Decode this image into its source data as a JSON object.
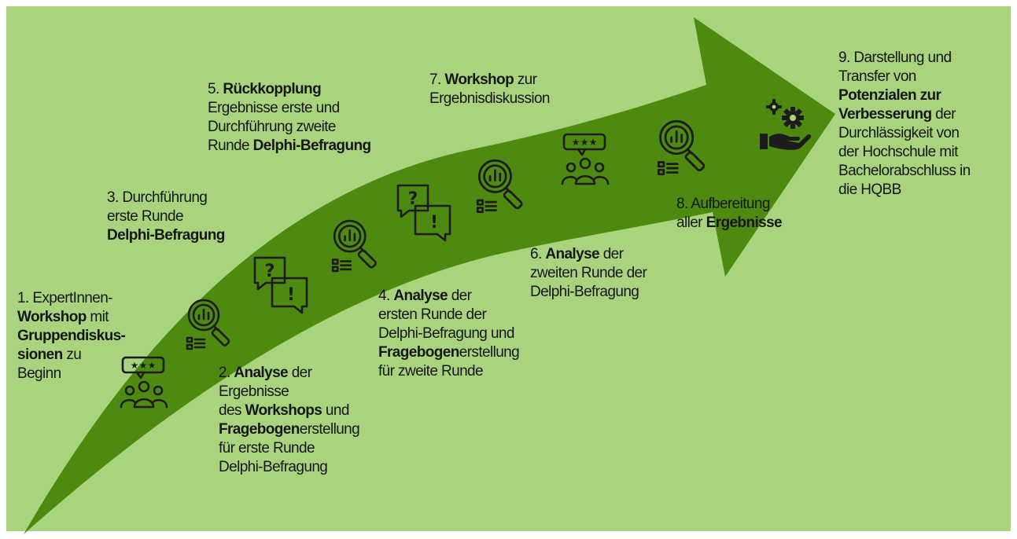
{
  "colors": {
    "background": "#a9d47d",
    "arrow": "#4f8a10",
    "icon_stroke": "#1c1c1c",
    "text": "#161616"
  },
  "steps": [
    {
      "id": "1",
      "lines": [
        [
          {
            "t": "1. ExpertInnen-",
            "b": false
          }
        ],
        [
          {
            "t": "Workshop",
            "b": true
          },
          {
            "t": " mit",
            "b": false
          }
        ],
        [
          {
            "t": "Gruppendiskus-",
            "b": true
          }
        ],
        [
          {
            "t": "sionen",
            "b": true
          },
          {
            "t": " zu",
            "b": false
          }
        ],
        [
          {
            "t": "Beginn",
            "b": false
          }
        ]
      ]
    },
    {
      "id": "2",
      "lines": [
        [
          {
            "t": "2. ",
            "b": false
          },
          {
            "t": "Analyse",
            "b": true
          },
          {
            "t": " der",
            "b": false
          }
        ],
        [
          {
            "t": "Ergebnisse",
            "b": false
          }
        ],
        [
          {
            "t": "des ",
            "b": false
          },
          {
            "t": "Workshops",
            "b": true
          },
          {
            "t": " und",
            "b": false
          }
        ],
        [
          {
            "t": "Fragebogen",
            "b": true
          },
          {
            "t": "erstellung",
            "b": false
          }
        ],
        [
          {
            "t": "für erste Runde",
            "b": false
          }
        ],
        [
          {
            "t": "Delphi-Befragung",
            "b": false
          }
        ]
      ]
    },
    {
      "id": "3",
      "lines": [
        [
          {
            "t": "3. Durchführung",
            "b": false
          }
        ],
        [
          {
            "t": "erste Runde",
            "b": false
          }
        ],
        [
          {
            "t": "Delphi-Befragung",
            "b": true
          }
        ]
      ]
    },
    {
      "id": "4",
      "lines": [
        [
          {
            "t": "4. ",
            "b": false
          },
          {
            "t": "Analyse",
            "b": true
          },
          {
            "t": " der",
            "b": false
          }
        ],
        [
          {
            "t": "ersten Runde der",
            "b": false
          }
        ],
        [
          {
            "t": "Delphi-Befragung und",
            "b": false
          }
        ],
        [
          {
            "t": "Fragebogen",
            "b": true
          },
          {
            "t": "erstellung",
            "b": false
          }
        ],
        [
          {
            "t": "für zweite Runde",
            "b": false
          }
        ]
      ]
    },
    {
      "id": "5",
      "lines": [
        [
          {
            "t": "5. ",
            "b": false
          },
          {
            "t": "Rückkopplung",
            "b": true
          }
        ],
        [
          {
            "t": "Ergebnisse erste und",
            "b": false
          }
        ],
        [
          {
            "t": "Durchführung zweite",
            "b": false
          }
        ],
        [
          {
            "t": "Runde ",
            "b": false
          },
          {
            "t": "Delphi-Befragung",
            "b": true
          }
        ]
      ]
    },
    {
      "id": "6",
      "lines": [
        [
          {
            "t": "6. ",
            "b": false
          },
          {
            "t": "Analyse",
            "b": true
          },
          {
            "t": " der",
            "b": false
          }
        ],
        [
          {
            "t": "zweiten Runde der",
            "b": false
          }
        ],
        [
          {
            "t": "Delphi-Befragung",
            "b": false
          }
        ]
      ]
    },
    {
      "id": "7",
      "lines": [
        [
          {
            "t": "7. ",
            "b": false
          },
          {
            "t": "Workshop",
            "b": true
          },
          {
            "t": " zur",
            "b": false
          }
        ],
        [
          {
            "t": "Ergebnisdiskussion",
            "b": false
          }
        ]
      ]
    },
    {
      "id": "8",
      "lines": [
        [
          {
            "t": "8. Aufbereitung",
            "b": false
          }
        ],
        [
          {
            "t": "aller ",
            "b": false
          },
          {
            "t": "Ergebnisse",
            "b": true
          }
        ]
      ]
    },
    {
      "id": "9",
      "lines": [
        [
          {
            "t": "9. Darstellung und",
            "b": false
          }
        ],
        [
          {
            "t": "Transfer von",
            "b": false
          }
        ],
        [
          {
            "t": "Potenzialen zur",
            "b": true
          }
        ],
        [
          {
            "t": "Verbesserung",
            "b": true
          },
          {
            "t": " der",
            "b": false
          }
        ],
        [
          {
            "t": "Durchlässigkeit von",
            "b": false
          }
        ],
        [
          {
            "t": "der Hochschule mit",
            "b": false
          }
        ],
        [
          {
            "t": "Bachelorabschluss in",
            "b": false
          }
        ],
        [
          {
            "t": "die HQBB",
            "b": false
          }
        ]
      ]
    }
  ],
  "icons": [
    {
      "type": "group-rating-icon"
    },
    {
      "type": "analysis-icon"
    },
    {
      "type": "question-chat-icon"
    },
    {
      "type": "analysis-icon"
    },
    {
      "type": "question-chat-icon"
    },
    {
      "type": "analysis-icon"
    },
    {
      "type": "group-rating-icon"
    },
    {
      "type": "analysis-icon"
    },
    {
      "type": "gears-hand-icon"
    }
  ]
}
